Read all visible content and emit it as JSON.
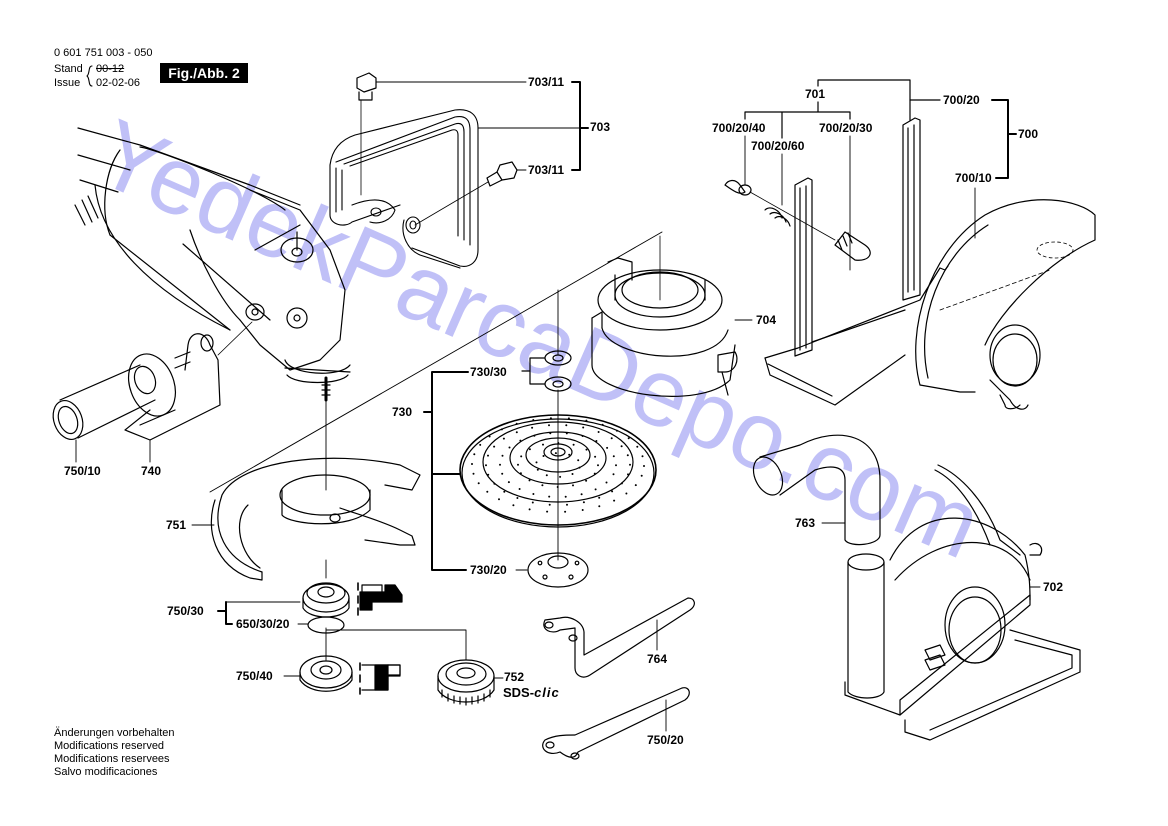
{
  "header": {
    "part_number": "0 601 751 003 - 050",
    "stand_label": "Stand",
    "issue_label": "Issue",
    "stand_value_struck": "00-12",
    "issue_date": "02-02-06",
    "figure_label": "Fig./Abb. 2"
  },
  "callouts": {
    "p703_11_top": "703/11",
    "p703": "703",
    "p703_11_bottom": "703/11",
    "p701": "701",
    "p700_20": "700/20",
    "p700_20_40": "700/20/40",
    "p700_20_30": "700/20/30",
    "p700_20_60": "700/20/60",
    "p700": "700",
    "p700_10": "700/10",
    "p704": "704",
    "p730_30": "730/30",
    "p730": "730",
    "p730_20": "730/20",
    "p750_10": "750/10",
    "p740": "740",
    "p751": "751",
    "p750_30": "750/30",
    "p650_30_20": "650/30/20",
    "p750_40": "750/40",
    "p752": "752",
    "p764": "764",
    "p750_20": "750/20",
    "p763": "763",
    "p702": "702"
  },
  "brand": {
    "sds_prefix": "SDS-",
    "sds_suffix": "clic"
  },
  "notes": [
    "Änderungen vorbehalten",
    "Modifications reserved",
    "Modifications reservees",
    "Salvo modificaciones"
  ],
  "watermark": {
    "text": "YedekParcaDepo.com",
    "color": "#8c8cf0"
  },
  "colors": {
    "ink": "#000000",
    "paper": "#ffffff"
  }
}
